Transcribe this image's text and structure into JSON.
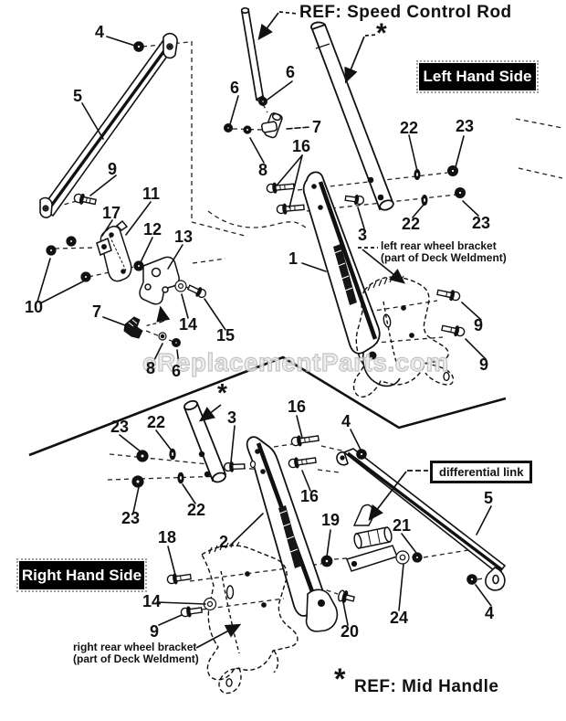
{
  "labels": {
    "ref_speed_control_rod": "REF: Speed Control Rod",
    "ref_mid_handle": "REF: Mid Handle",
    "asterisk": "*",
    "left_hand_side": "Left Hand Side",
    "right_hand_side": "Right Hand Side",
    "differential_link": "differential link",
    "left_bracket_line1": "left rear wheel bracket",
    "left_bracket_line2": "(part of Deck Weldment)",
    "right_bracket_line1": "right rear wheel bracket",
    "right_bracket_line2": "(part of Deck Weldment)",
    "watermark": "eReplacementParts.com"
  },
  "colors": {
    "ink": "#1a1a1a",
    "badge_bg": "#000000",
    "badge_text": "#ffffff",
    "watermark": "#c9c9c9"
  },
  "callouts": {
    "upper": [
      "4",
      "5",
      "9",
      "6",
      "6",
      "7",
      "8",
      "16",
      "22",
      "23",
      "22",
      "23",
      "3",
      "1",
      "11",
      "17",
      "12",
      "13",
      "10",
      "7",
      "14",
      "15",
      "8",
      "6",
      "9",
      "9"
    ],
    "lower": [
      "23",
      "22",
      "3",
      "16",
      "4",
      "23",
      "22",
      "16",
      "2",
      "18",
      "19",
      "21",
      "5",
      "14",
      "9",
      "24",
      "20",
      "4"
    ]
  }
}
